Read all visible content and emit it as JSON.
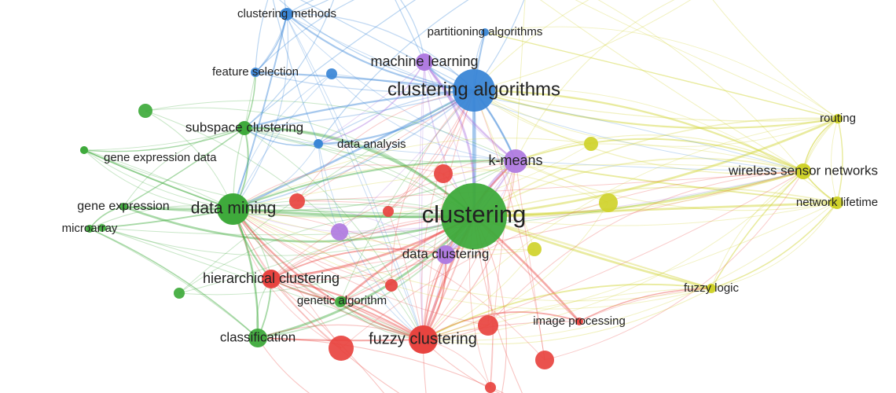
{
  "colors": {
    "red": "#e8433f",
    "green": "#3eaa3b",
    "blue": "#3a86d6",
    "yellow": "#cfd22a",
    "purple": "#b07be0"
  },
  "nodes": [
    {
      "id": "clustering",
      "label": "clustering",
      "cluster": "green"
    },
    {
      "id": "clustering-algorithms",
      "label": "clustering algorithms",
      "cluster": "blue"
    },
    {
      "id": "clustering-methods",
      "label": "clustering methods",
      "cluster": "blue"
    },
    {
      "id": "partitioning-algorithms",
      "label": "partitioning algorithms",
      "cluster": "blue"
    },
    {
      "id": "machine-learning",
      "label": "machine learning",
      "cluster": "purple"
    },
    {
      "id": "feature-selection",
      "label": "feature selection",
      "cluster": "blue"
    },
    {
      "id": "data-analysis",
      "label": "data analysis",
      "cluster": "blue"
    },
    {
      "id": "subspace-clustering",
      "label": "subspace clustering",
      "cluster": "green"
    },
    {
      "id": "gene-expression-data",
      "label": "gene expression data",
      "cluster": "green"
    },
    {
      "id": "gene-expression",
      "label": "gene expression",
      "cluster": "green"
    },
    {
      "id": "microarray",
      "label": "microarray",
      "cluster": "green"
    },
    {
      "id": "data-mining",
      "label": "data mining",
      "cluster": "green"
    },
    {
      "id": "k-means",
      "label": "k-means",
      "cluster": "purple"
    },
    {
      "id": "data-clustering",
      "label": "data clustering",
      "cluster": "purple"
    },
    {
      "id": "hierarchical-clustering",
      "label": "hierarchical clustering",
      "cluster": "red"
    },
    {
      "id": "genetic-algorithm",
      "label": "genetic algorithm",
      "cluster": "green"
    },
    {
      "id": "classification",
      "label": "classification",
      "cluster": "green"
    },
    {
      "id": "fuzzy-clustering",
      "label": "fuzzy clustering",
      "cluster": "red"
    },
    {
      "id": "image-processing",
      "label": "image processing",
      "cluster": "red"
    },
    {
      "id": "routing",
      "label": "routing",
      "cluster": "yellow"
    },
    {
      "id": "wireless-sensor-networks",
      "label": "wireless sensor networks",
      "cluster": "yellow"
    },
    {
      "id": "network-lifetime",
      "label": "network lifetime",
      "cluster": "yellow"
    },
    {
      "id": "fuzzy-logic",
      "label": "fuzzy logic",
      "cluster": "yellow"
    }
  ]
}
